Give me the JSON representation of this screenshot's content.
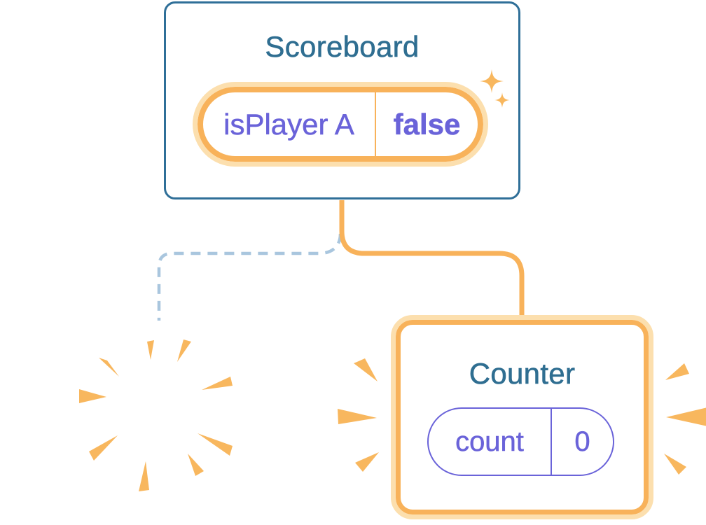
{
  "colors": {
    "teal": "#2F6E91",
    "teal_border": "#2F6F98",
    "orange": "#F8B25A",
    "orange_light": "#FCDFAE",
    "orange_ray": "#F8B75E",
    "indigo": "#6A63D9",
    "dash_blue": "#A9C6DE",
    "surface": "#FFFFFF"
  },
  "scoreboard": {
    "title": "Scoreboard",
    "pill": {
      "label": "isPlayer A",
      "value": "false"
    }
  },
  "counter": {
    "title": "Counter",
    "pill": {
      "label": "count",
      "value": "0"
    }
  },
  "icons": {
    "sparkles": "sparkle-icon",
    "poof": "poof-burst-icon",
    "burst_left": "burst-rays-left-icon",
    "burst_right": "burst-rays-right-icon"
  }
}
